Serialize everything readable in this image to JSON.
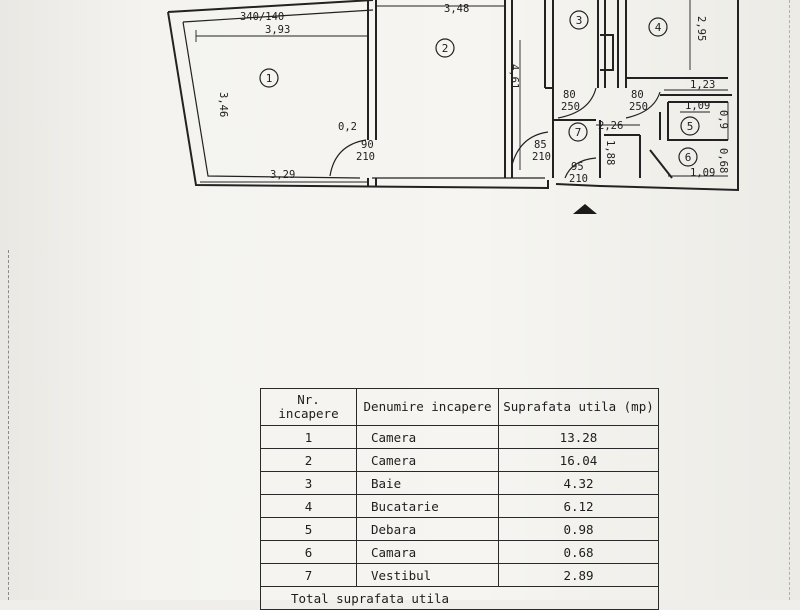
{
  "plan": {
    "dimensions": {
      "d340_140": "340/140",
      "d3_93": "3,93",
      "d3_48": "3,48",
      "d3_46": "3,46",
      "d0_2": "0,2",
      "d3_29": "3,29",
      "d4_61": "4,61",
      "d2_95": "2,95",
      "d1_23": "1,23",
      "d1_09_top": "1,09",
      "d0_9": "0,9",
      "d2_26": "2,26",
      "d1_88": "1,88",
      "d0_68": "0,68",
      "d1_09_bot": "1,09"
    },
    "doors": [
      {
        "w": "90",
        "h": "210"
      },
      {
        "w": "80",
        "h": "250"
      },
      {
        "w": "80",
        "h": "250"
      },
      {
        "w": "85",
        "h": "210"
      },
      {
        "w": "95",
        "h": "210"
      }
    ],
    "room_numbers": [
      "1",
      "2",
      "3",
      "4",
      "5",
      "6",
      "7"
    ]
  },
  "table": {
    "headers": {
      "nr": "Nr. incapere",
      "name": "Denumire incapere",
      "area": "Suprafata utila (mp)"
    },
    "rows": [
      {
        "nr": "1",
        "name": "Camera",
        "area": "13.28"
      },
      {
        "nr": "2",
        "name": "Camera",
        "area": "16.04"
      },
      {
        "nr": "3",
        "name": "Baie",
        "area": "4.32"
      },
      {
        "nr": "4",
        "name": "Bucatarie",
        "area": "6.12"
      },
      {
        "nr": "5",
        "name": "Debara",
        "area": "0.98"
      },
      {
        "nr": "6",
        "name": "Camara",
        "area": "0.68"
      },
      {
        "nr": "7",
        "name": "Vestibul",
        "area": "2.89"
      }
    ],
    "total_label": "Total suprafata utila"
  }
}
